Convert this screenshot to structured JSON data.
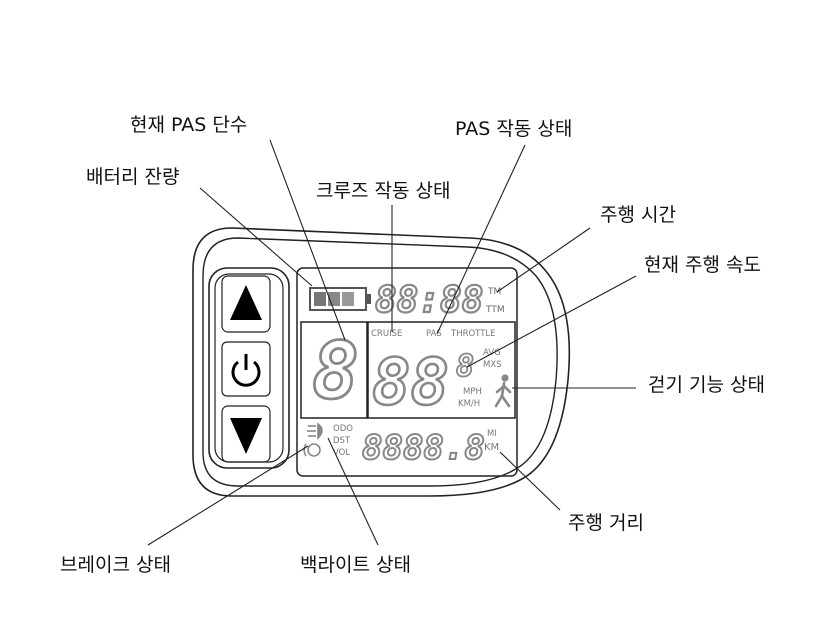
{
  "callouts": {
    "current_pas_level": "현재 PAS 단수",
    "pas_status": "PAS 작동 상태",
    "battery_level": "배터리 잔량",
    "cruise_status": "크루즈 작동 상태",
    "ride_time": "주행 시간",
    "current_speed": "현재 주행 속도",
    "walk_status": "걷기 기능 상태",
    "ride_distance": "주행 거리",
    "brake_status": "브레이크 상태",
    "backlight_status": "백라이트 상태"
  },
  "display": {
    "time_digits": "88:88",
    "time_units": [
      "TM",
      "TTM"
    ],
    "pas_digit": "8",
    "mode_labels": [
      "CRUISE",
      "PAS",
      "THROTTLE"
    ],
    "speed_digits": "88",
    "speed_decimal": "8",
    "speed_stats": [
      "AVG",
      "MXS"
    ],
    "speed_units": [
      "MPH",
      "KM/H"
    ],
    "trip_modes": [
      "ODO",
      "DST",
      "VOL"
    ],
    "distance_digits": "8888.8",
    "distance_units": [
      "MI",
      "KM"
    ]
  },
  "icons": {
    "up": "up-arrow-icon",
    "power": "power-icon",
    "down": "down-arrow-icon",
    "battery": "battery-icon",
    "walk": "walk-icon",
    "backlight": "backlight-icon",
    "brake": "brake-icon"
  },
  "colors": {
    "outline": "#222222",
    "segment": "#9a9a9a",
    "button": "#000000"
  }
}
